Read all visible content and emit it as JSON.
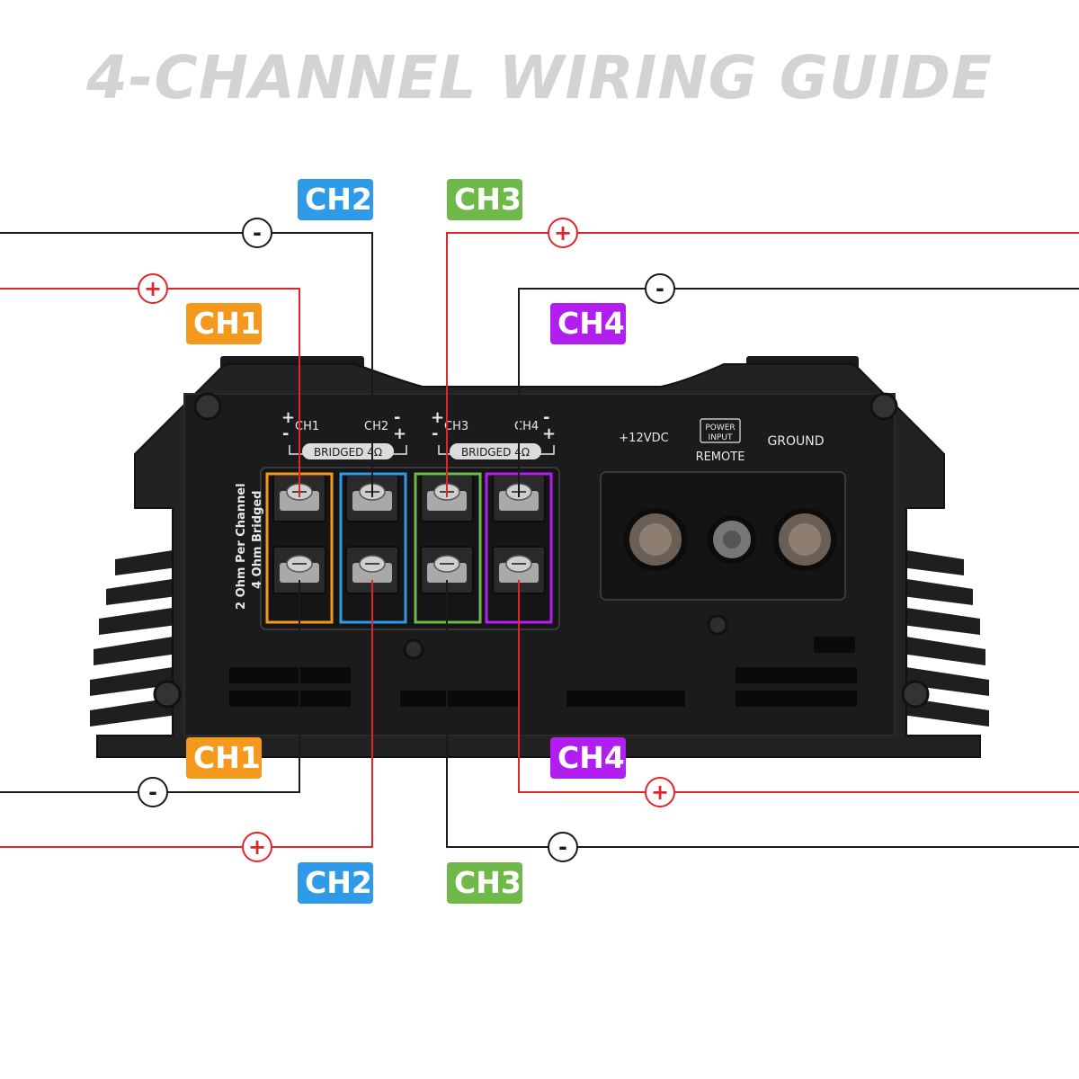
{
  "title": "4-CHANNEL WIRING GUIDE",
  "colors": {
    "ch1": "#f39a1e",
    "ch2": "#2f9be8",
    "ch3": "#6fb84a",
    "ch4": "#b21df0",
    "positive_wire": "#e0262c",
    "negative_wire": "#1a1a1a",
    "amp_body": "#1e1e1f"
  },
  "channel_tags": {
    "top_ch1": "CH1",
    "top_ch2": "CH2",
    "top_ch3": "CH3",
    "top_ch4": "CH4",
    "bottom_ch1": "CH1",
    "bottom_ch2": "CH2",
    "bottom_ch3": "CH3",
    "bottom_ch4": "CH4"
  },
  "polarity": {
    "plus": "+",
    "minus": "-"
  },
  "amp_labels": {
    "ch1": "CH1",
    "ch2": "CH2",
    "ch3": "CH3",
    "ch4": "CH4",
    "bridged_left": "BRIDGED 4Ω",
    "bridged_right": "BRIDGED 4Ω",
    "impedance_line1": "2 Ohm Per Channel",
    "impedance_line2": "4 Ohm Bridged",
    "power_12v": "+12VDC",
    "power_input_line1": "POWER",
    "power_input_line2": "INPUT",
    "remote": "REMOTE",
    "ground": "GROUND"
  }
}
